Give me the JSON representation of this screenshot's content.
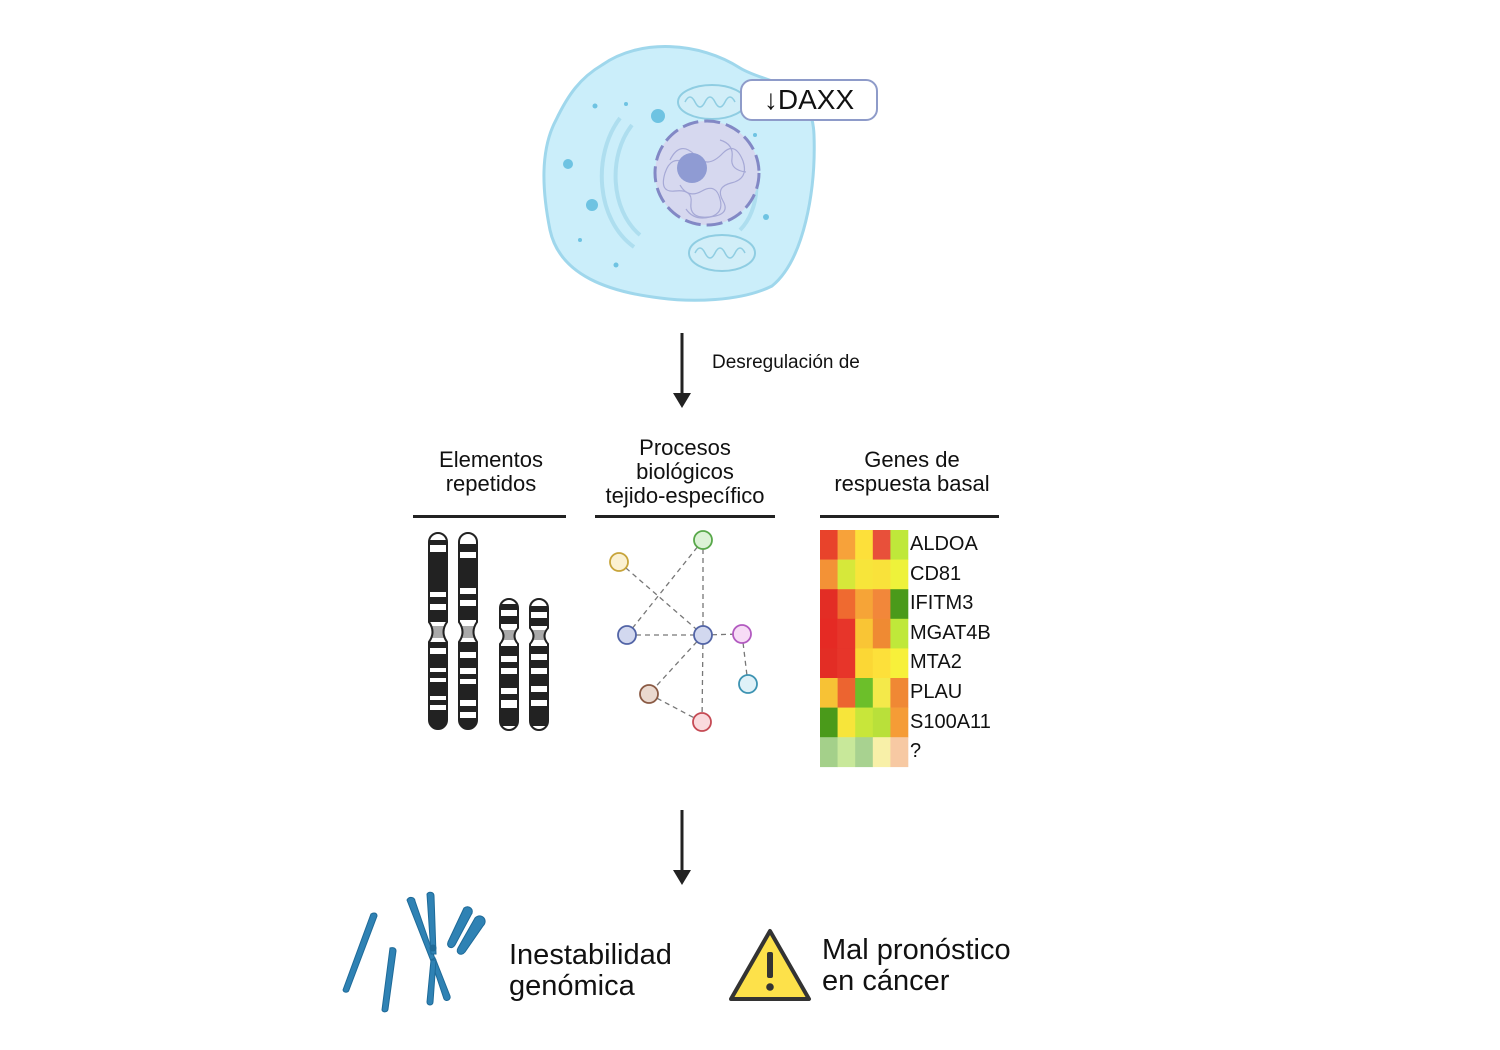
{
  "cell": {
    "badge_arrow": "↓",
    "badge_label": "DAXX"
  },
  "arrow1": {
    "label": "Desregulación de"
  },
  "columns": {
    "repeats": {
      "title_lines": [
        "Elementos",
        "repetidos"
      ]
    },
    "processes": {
      "title_lines": [
        "Procesos",
        "biológicos",
        "tejido-específico"
      ]
    },
    "genes": {
      "title_lines": [
        "Genes de",
        "respuesta basal"
      ],
      "gene_list": [
        "ALDOA",
        "CD81",
        "IFITM3",
        "MGAT4B",
        "MTA2",
        "PLAU",
        "S100A11",
        "?"
      ],
      "heatmap_colors": [
        [
          "#e8432b",
          "#f7a23a",
          "#fde03a",
          "#e8503a",
          "#bfe83a"
        ],
        [
          "#f39236",
          "#d6e83a",
          "#f7e53a",
          "#f9e23a",
          "#eef23a"
        ],
        [
          "#e32d25",
          "#ef6a30",
          "#f6a437",
          "#f2873a",
          "#4a9a1a"
        ],
        [
          "#e52a24",
          "#e7352a",
          "#f9c535",
          "#ef8a33",
          "#bfe83a"
        ],
        [
          "#e32d25",
          "#e7352a",
          "#fbd735",
          "#fde03a",
          "#f7f03a"
        ],
        [
          "#f7c235",
          "#ec6430",
          "#6cbf2a",
          "#f4e94a",
          "#f08834"
        ],
        [
          "#4a9a1a",
          "#f7e53a",
          "#c8e63a",
          "#b9e03a",
          "#f59c36"
        ],
        [
          "#a4d08a",
          "#c8e89a",
          "#a8d290",
          "#f8f0a8",
          "#f7c9a3"
        ]
      ]
    }
  },
  "outcomes": {
    "genomic": {
      "lines": [
        "Inestabilidad",
        "genómica"
      ]
    },
    "prognosis": {
      "lines": [
        "Mal pronóstico",
        "en cáncer"
      ]
    }
  },
  "colors": {
    "cell_fill": "#cbeefa",
    "cell_stroke": "#9fd7ec",
    "nucleus_fill": "#d6d8ef",
    "nucleus_stroke": "#8288c5",
    "badge_border": "#8e9bc9",
    "chromosome_blue": "#2f82b4",
    "warning_yellow": "#fde14a"
  }
}
